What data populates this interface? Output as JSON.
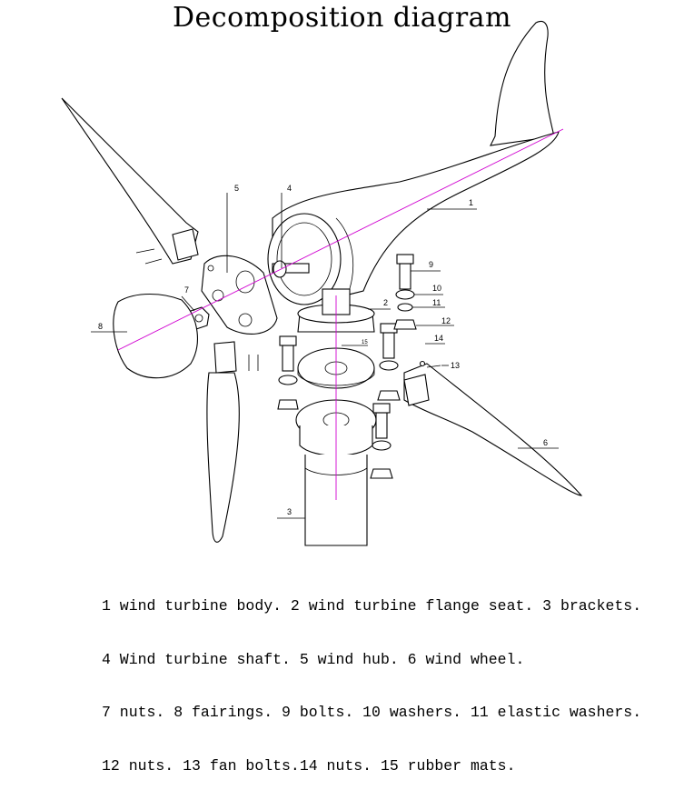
{
  "title": "Decomposition diagram",
  "callouts": [
    "1",
    "2",
    "3",
    "4",
    "5",
    "6",
    "7",
    "8",
    "9",
    "10",
    "11",
    "12",
    "13",
    "14",
    "15"
  ],
  "legend": [
    "1 wind turbine body. 2 wind turbine flange seat. 3 brackets.",
    "4 Wind turbine shaft. 5 wind hub. 6 wind wheel.",
    "7 nuts. 8 fairings. 9 bolts. 10 washers. 11 elastic washers.",
    "12 nuts. 13 fan bolts.14 nuts. 15 rubber mats."
  ],
  "colors": {
    "axis": "#d000d0",
    "line": "#000000"
  }
}
